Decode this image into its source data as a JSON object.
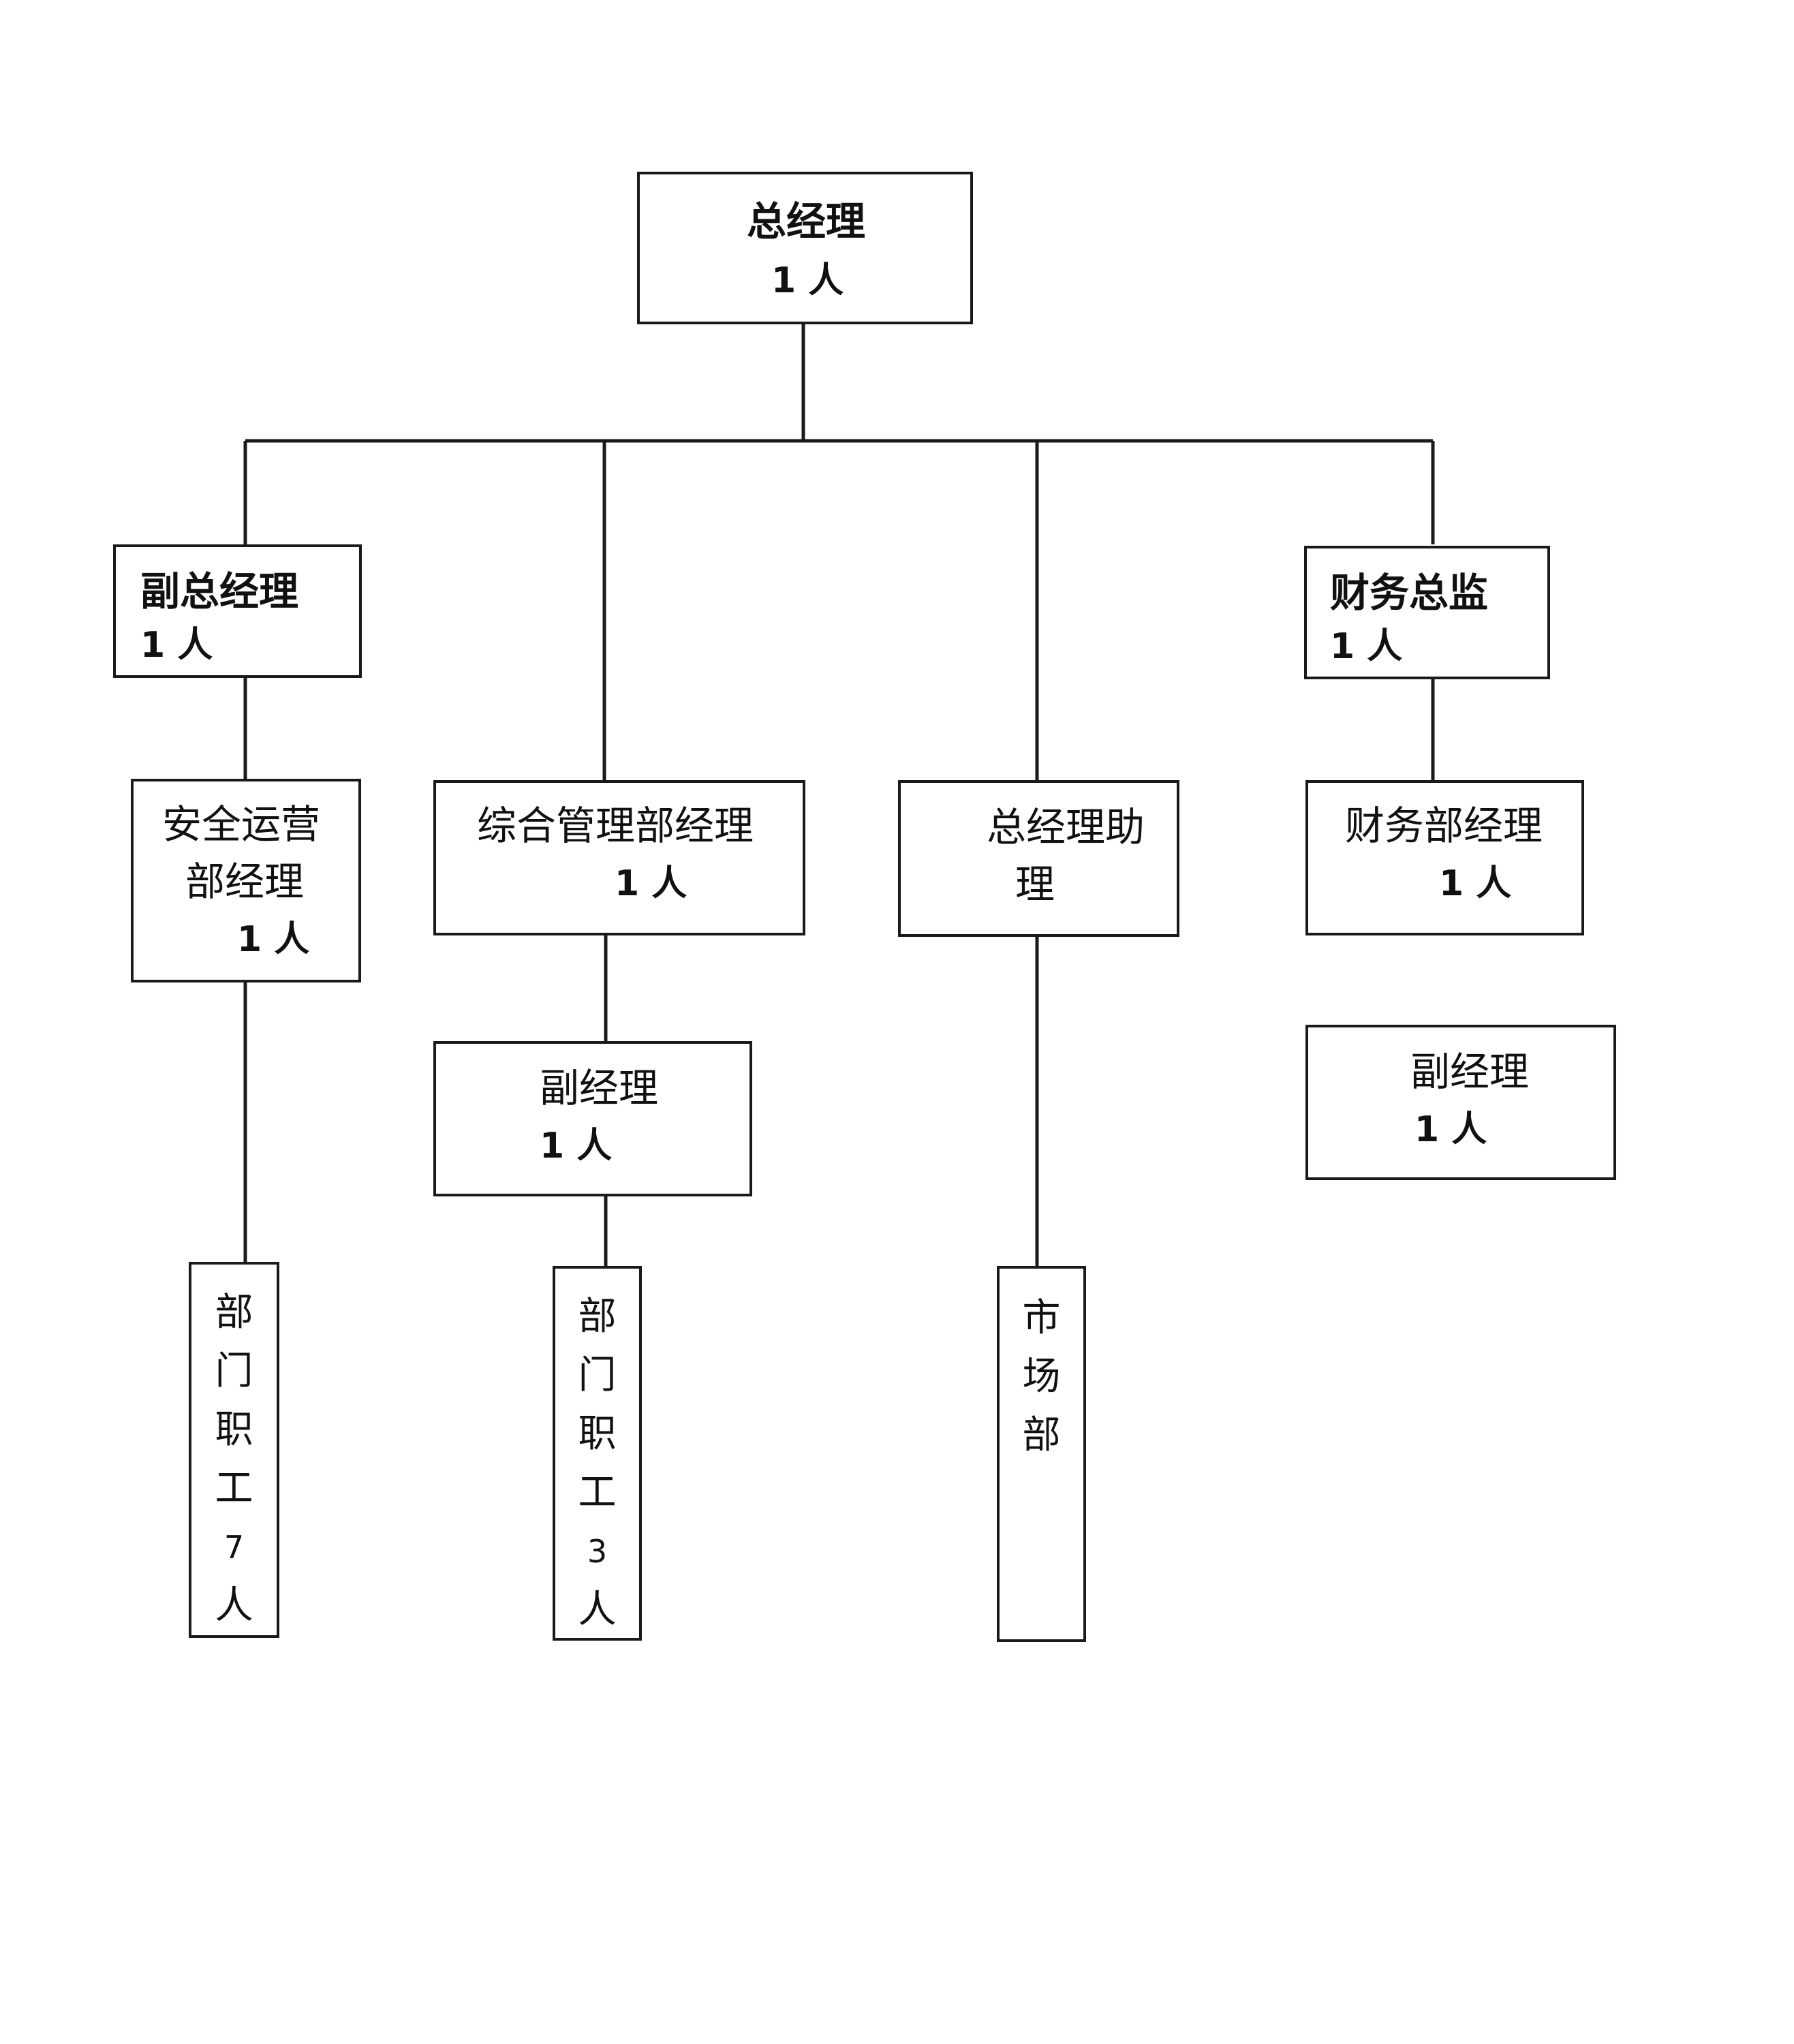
{
  "colors": {
    "line": "#1a1a1a",
    "box_border": "#1a1a1a",
    "background": "#ffffff",
    "text": "#111111"
  },
  "nodes": {
    "ceo": {
      "title": "总经理",
      "count": "1 人"
    },
    "deputy_gm": {
      "title": "副总经理",
      "count": "1 人"
    },
    "finance_director": {
      "title": "财务总监",
      "count": "1 人"
    },
    "safety_ops_manager": {
      "title_line1": "安全运营",
      "title_line2": "部经理",
      "count": "1 人"
    },
    "general_admin_manager": {
      "title": "综合管理部经理",
      "count": "1 人"
    },
    "gm_assistant": {
      "title_line1": "总经理助",
      "title_line2": "理"
    },
    "finance_dept_manager": {
      "title": "财务部经理",
      "count": "1 人"
    },
    "admin_deputy_manager": {
      "title": "副经理",
      "count": "1 人"
    },
    "finance_deputy_manager": {
      "title": "副经理",
      "count": "1 人"
    },
    "safety_staff": {
      "chars": [
        "部",
        "门",
        "职",
        "工",
        "7",
        "人"
      ]
    },
    "admin_staff": {
      "chars": [
        "部",
        "门",
        "职",
        "工",
        "3",
        "人"
      ]
    },
    "market_dept": {
      "chars": [
        "市",
        "场",
        "部"
      ]
    }
  }
}
